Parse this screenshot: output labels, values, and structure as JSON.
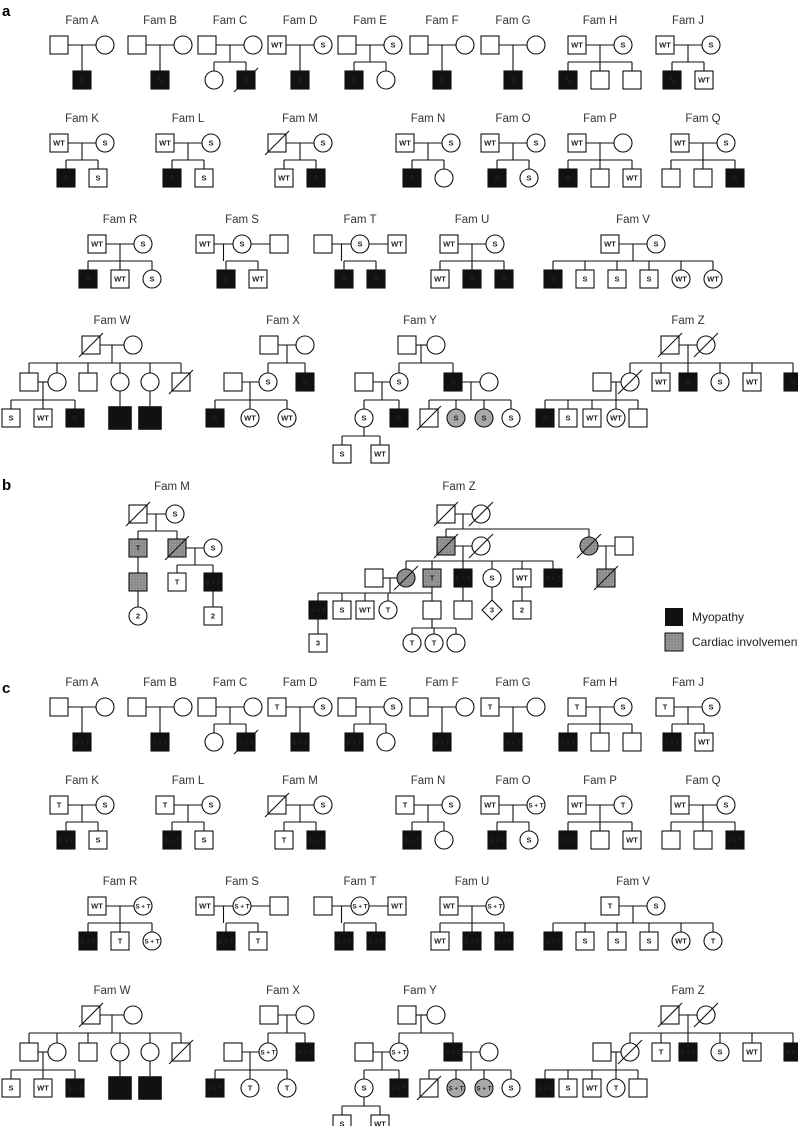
{
  "colors": {
    "affected": "#111111",
    "cardiac": "#8c8c8c",
    "line": "#111111",
    "carrier": "#a9a9a9"
  },
  "legend": {
    "myopathy": "Myopathy",
    "cardiac": "Cardiac involvement"
  },
  "panels": {
    "a": {
      "label": "a",
      "families": [
        {
          "name": "Fam A",
          "p1": "",
          "p2": "",
          "kids": [
            {
              "s": "sq",
              "a": "a",
              "t": "S"
            }
          ]
        },
        {
          "name": "Fam B",
          "p1": "",
          "p2": "",
          "kids": [
            {
              "s": "sq",
              "a": "a",
              "t": "S"
            }
          ]
        },
        {
          "name": "Fam C",
          "p1": "",
          "p2": "",
          "kids": [
            {
              "s": "ci",
              "a": "",
              "t": ""
            },
            {
              "s": "sq",
              "a": "a",
              "t": "S",
              "d": 1
            }
          ]
        },
        {
          "name": "Fam D",
          "p1": "WT",
          "p2": "S",
          "kids": [
            {
              "s": "sq",
              "a": "a",
              "t": "S"
            }
          ]
        },
        {
          "name": "Fam E",
          "p1": "",
          "p2": "S",
          "kids": [
            {
              "s": "sq",
              "a": "a",
              "t": "S"
            },
            {
              "s": "ci",
              "a": "",
              "t": ""
            }
          ]
        },
        {
          "name": "Fam F",
          "p1": "",
          "p2": "",
          "kids": [
            {
              "s": "sq",
              "a": "a",
              "t": "S"
            }
          ]
        },
        {
          "name": "Fam G",
          "p1": "",
          "p2": "",
          "kids": [
            {
              "s": "sq",
              "a": "a",
              "t": "S"
            }
          ]
        },
        {
          "name": "Fam H",
          "p1": "WT",
          "p2": "S",
          "kids": [
            {
              "s": "sq",
              "a": "a",
              "t": "S"
            },
            {
              "s": "sq",
              "a": "",
              "t": ""
            },
            {
              "s": "sq",
              "a": "",
              "t": ""
            }
          ]
        },
        {
          "name": "Fam J",
          "p1": "WT",
          "p2": "S",
          "kids": [
            {
              "s": "sq",
              "a": "a",
              "t": "S"
            },
            {
              "s": "sq",
              "a": "",
              "t": "WT"
            }
          ]
        },
        {
          "name": "Fam K",
          "p1": "WT",
          "p2": "S",
          "kids": [
            {
              "s": "sq",
              "a": "a",
              "t": "S"
            },
            {
              "s": "sq",
              "a": "",
              "t": "S"
            }
          ]
        },
        {
          "name": "Fam L",
          "p1": "WT",
          "p2": "S",
          "kids": [
            {
              "s": "sq",
              "a": "a",
              "t": "S"
            },
            {
              "s": "sq",
              "a": "",
              "t": "S"
            }
          ]
        },
        {
          "name": "Fam M",
          "p1": "",
          "p1d": 1,
          "p2": "S",
          "kids": [
            {
              "s": "sq",
              "a": "",
              "t": "WT"
            },
            {
              "s": "sq",
              "a": "a",
              "t": "S"
            }
          ]
        },
        {
          "name": "Fam N",
          "p1": "WT",
          "p2": "S",
          "kids": [
            {
              "s": "sq",
              "a": "a",
              "t": "S"
            },
            {
              "s": "ci",
              "a": "",
              "t": ""
            }
          ]
        },
        {
          "name": "Fam O",
          "p1": "WT",
          "p2": "S",
          "kids": [
            {
              "s": "sq",
              "a": "a",
              "t": "S"
            },
            {
              "s": "ci",
              "a": "",
              "t": "S"
            }
          ]
        },
        {
          "name": "Fam P",
          "p1": "WT",
          "p2": "",
          "kids": [
            {
              "s": "sq",
              "a": "a",
              "t": "S"
            },
            {
              "s": "sq",
              "a": "",
              "t": ""
            },
            {
              "s": "sq",
              "a": "",
              "t": "WT"
            }
          ]
        },
        {
          "name": "Fam Q",
          "p1": "WT",
          "p2": "S",
          "kids": [
            {
              "s": "sq",
              "a": "",
              "t": ""
            },
            {
              "s": "sq",
              "a": "",
              "t": ""
            },
            {
              "s": "sq",
              "a": "a",
              "t": "S"
            }
          ]
        },
        {
          "name": "Fam R",
          "p1": "WT",
          "p2": "S",
          "kids": [
            {
              "s": "sq",
              "a": "a",
              "t": "S"
            },
            {
              "s": "sq",
              "a": "",
              "t": "WT"
            },
            {
              "s": "ci",
              "a": "",
              "t": "S"
            }
          ]
        },
        {
          "name": "Fam S",
          "p1": "WT",
          "p2": "S",
          "p3": "",
          "kids": [
            {
              "s": "sq",
              "a": "a",
              "t": "S"
            },
            {
              "s": "sq",
              "a": "",
              "t": "WT"
            }
          ]
        },
        {
          "name": "Fam T",
          "p1": "",
          "p2": "S",
          "p3": "WT",
          "kids": [
            {
              "s": "sq",
              "a": "a",
              "t": "S"
            },
            {
              "s": "sq",
              "a": "a",
              "t": "S"
            }
          ]
        },
        {
          "name": "Fam U",
          "p1": "WT",
          "p2": "S",
          "kids": [
            {
              "s": "sq",
              "a": "",
              "t": "WT"
            },
            {
              "s": "sq",
              "a": "a",
              "t": "S"
            },
            {
              "s": "sq",
              "a": "a",
              "t": "S"
            }
          ]
        },
        {
          "name": "Fam V",
          "p1": "WT",
          "p2": "S",
          "kids": [
            {
              "s": "sq",
              "a": "a",
              "t": "S"
            },
            {
              "s": "sq",
              "a": "",
              "t": "S"
            },
            {
              "s": "sq",
              "a": "",
              "t": "S"
            },
            {
              "s": "sq",
              "a": "",
              "t": "S"
            },
            {
              "s": "ci",
              "a": "",
              "t": "WT"
            },
            {
              "s": "ci",
              "a": "",
              "t": "WT"
            }
          ]
        }
      ],
      "complex": {
        "W": "Fam W",
        "X": "Fam X",
        "Y": "Fam Y",
        "Z": "Fam Z",
        "texts": {
          "w1": "S",
          "w2": "WT",
          "w3": "S",
          "x1": "S",
          "x2": "S",
          "x3": "S",
          "x4": "WT",
          "x5": "WT",
          "y1": "S",
          "y2": "S",
          "y3": "S",
          "y4": "S",
          "y5": "S",
          "y6": "S",
          "y7": "S",
          "y8": "S",
          "y9": "WT",
          "z1": "WT",
          "z2": "S",
          "z3": "S",
          "z4": "WT",
          "z5": "S",
          "z6": "S",
          "z7": "S",
          "z8": "WT",
          "z9": "WT"
        }
      }
    },
    "b": {
      "label": "b",
      "M": {
        "name": "Fam M",
        "t1": "S",
        "t2": "T",
        "t3": "S",
        "t4": "T",
        "t5": "S + T",
        "t6": "2",
        "t7": "2"
      },
      "Z": {
        "name": "Fam Z",
        "t1": "T",
        "t2": "S + T",
        "t3": "S",
        "t4": "WT",
        "t5": "S + T",
        "t6": "S + T",
        "t7": "S",
        "t8": "WT",
        "t9": "T",
        "t10": "3",
        "t11": "2",
        "t12": "3",
        "t13": "T",
        "t14": "T"
      }
    },
    "c": {
      "label": "c",
      "families": [
        {
          "name": "Fam A",
          "p1": "",
          "p2": "",
          "kids": [
            {
              "s": "sq",
              "a": "a",
              "t": "S + T"
            }
          ]
        },
        {
          "name": "Fam B",
          "p1": "",
          "p2": "",
          "kids": [
            {
              "s": "sq",
              "a": "a",
              "t": "S + T"
            }
          ]
        },
        {
          "name": "Fam C",
          "p1": "",
          "p2": "",
          "kids": [
            {
              "s": "ci",
              "a": "",
              "t": ""
            },
            {
              "s": "sq",
              "a": "a",
              "t": "S + T",
              "d": 1
            }
          ]
        },
        {
          "name": "Fam D",
          "p1": "T",
          "p2": "S",
          "kids": [
            {
              "s": "sq",
              "a": "a",
              "t": "S + T"
            }
          ]
        },
        {
          "name": "Fam E",
          "p1": "",
          "p2": "S",
          "kids": [
            {
              "s": "sq",
              "a": "a",
              "t": "S + T"
            },
            {
              "s": "ci",
              "a": "",
              "t": ""
            }
          ]
        },
        {
          "name": "Fam F",
          "p1": "",
          "p2": "",
          "kids": [
            {
              "s": "sq",
              "a": "a",
              "t": "S + T"
            }
          ]
        },
        {
          "name": "Fam G",
          "p1": "T",
          "p2": "",
          "kids": [
            {
              "s": "sq",
              "a": "a",
              "t": "S + T"
            }
          ]
        },
        {
          "name": "Fam H",
          "p1": "T",
          "p2": "S",
          "kids": [
            {
              "s": "sq",
              "a": "a",
              "t": "S + T"
            },
            {
              "s": "sq",
              "a": "",
              "t": ""
            },
            {
              "s": "sq",
              "a": "",
              "t": ""
            }
          ]
        },
        {
          "name": "Fam J",
          "p1": "T",
          "p2": "S",
          "kids": [
            {
              "s": "sq",
              "a": "a",
              "t": "S + T"
            },
            {
              "s": "sq",
              "a": "",
              "t": "WT"
            }
          ]
        },
        {
          "name": "Fam K",
          "p1": "T",
          "p2": "S",
          "kids": [
            {
              "s": "sq",
              "a": "a",
              "t": "S + T"
            },
            {
              "s": "sq",
              "a": "",
              "t": "S"
            }
          ]
        },
        {
          "name": "Fam L",
          "p1": "T",
          "p2": "S",
          "kids": [
            {
              "s": "sq",
              "a": "a",
              "t": "S + T"
            },
            {
              "s": "sq",
              "a": "",
              "t": "S"
            }
          ]
        },
        {
          "name": "Fam M",
          "p1": "",
          "p1d": 1,
          "p2": "S",
          "kids": [
            {
              "s": "sq",
              "a": "",
              "t": "T"
            },
            {
              "s": "sq",
              "a": "a",
              "t": "S + T"
            }
          ]
        },
        {
          "name": "Fam N",
          "p1": "T",
          "p2": "S",
          "kids": [
            {
              "s": "sq",
              "a": "a",
              "t": "S + T"
            },
            {
              "s": "ci",
              "a": "",
              "t": ""
            }
          ]
        },
        {
          "name": "Fam O",
          "p1": "WT",
          "p2": "S + T",
          "kids": [
            {
              "s": "sq",
              "a": "a",
              "t": "S + T"
            },
            {
              "s": "ci",
              "a": "",
              "t": "S"
            }
          ]
        },
        {
          "name": "Fam P",
          "p1": "WT",
          "p2": "T",
          "kids": [
            {
              "s": "sq",
              "a": "a",
              "t": "S + T"
            },
            {
              "s": "sq",
              "a": "",
              "t": ""
            },
            {
              "s": "sq",
              "a": "",
              "t": "WT"
            }
          ]
        },
        {
          "name": "Fam Q",
          "p1": "WT",
          "p2": "S",
          "kids": [
            {
              "s": "sq",
              "a": "",
              "t": ""
            },
            {
              "s": "sq",
              "a": "",
              "t": ""
            },
            {
              "s": "sq",
              "a": "a",
              "t": "S + T"
            }
          ]
        },
        {
          "name": "Fam R",
          "p1": "WT",
          "p2": "S + T",
          "kids": [
            {
              "s": "sq",
              "a": "a",
              "t": "S + T"
            },
            {
              "s": "sq",
              "a": "",
              "t": "T"
            },
            {
              "s": "ci",
              "a": "",
              "t": "S + T"
            }
          ]
        },
        {
          "name": "Fam S",
          "p1": "WT",
          "p2": "S + T",
          "p3": "",
          "kids": [
            {
              "s": "sq",
              "a": "a",
              "t": "S + T"
            },
            {
              "s": "sq",
              "a": "",
              "t": "T"
            }
          ]
        },
        {
          "name": "Fam T",
          "p1": "",
          "p2": "S + T",
          "p3": "WT",
          "kids": [
            {
              "s": "sq",
              "a": "a",
              "t": "S + T"
            },
            {
              "s": "sq",
              "a": "a",
              "t": "S + T"
            }
          ]
        },
        {
          "name": "Fam U",
          "p1": "WT",
          "p2": "S + T",
          "kids": [
            {
              "s": "sq",
              "a": "",
              "t": "WT"
            },
            {
              "s": "sq",
              "a": "a",
              "t": "S + T"
            },
            {
              "s": "sq",
              "a": "a",
              "t": "S + T"
            }
          ]
        },
        {
          "name": "Fam V",
          "p1": "T",
          "p2": "S",
          "kids": [
            {
              "s": "sq",
              "a": "a",
              "t": "S + T"
            },
            {
              "s": "sq",
              "a": "",
              "t": "S"
            },
            {
              "s": "sq",
              "a": "",
              "t": "S"
            },
            {
              "s": "sq",
              "a": "",
              "t": "S"
            },
            {
              "s": "ci",
              "a": "",
              "t": "WT"
            },
            {
              "s": "ci",
              "a": "",
              "t": "T"
            }
          ]
        }
      ],
      "complex": {
        "W": "Fam W",
        "X": "Fam X",
        "Y": "Fam Y",
        "Z": "Fam Z",
        "texts": {
          "w1": "S",
          "w2": "WT",
          "w3": "S + T",
          "x1": "S + T",
          "x2": "S + T",
          "x3": "S + T",
          "x4": "T",
          "x5": "T",
          "y1": "S + T",
          "y2": "S + T",
          "y3": "S",
          "y4": "S + T",
          "y5": "S + T",
          "y6": "S + T",
          "y7": "S",
          "y8": "S",
          "y9": "WT",
          "z1": "T",
          "z2": "S + T",
          "z3": "S",
          "z4": "WT",
          "z5": "S + T",
          "z6": "S + T",
          "z7": "S",
          "z8": "WT",
          "z9": "T"
        }
      }
    }
  }
}
